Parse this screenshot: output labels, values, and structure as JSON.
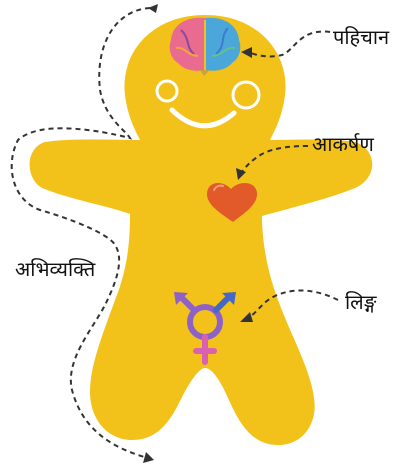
{
  "labels": {
    "identity": "पहिचान",
    "attraction": "आकर्षण",
    "expression": "अभिव्यक्ति",
    "sex": "लिङ्ग"
  },
  "icons": [
    "brain-icon",
    "heart-icon",
    "transgender-symbol-icon"
  ],
  "colors": {
    "body": "#F2C21B",
    "body_outline": "#E4AE0F",
    "face": "#FFFFFF",
    "heart": "#E25A2A",
    "gender_symbol": "#8E61C6",
    "symbol_pink": "#D861B1",
    "symbol_blue": "#4567C8",
    "dashed_line": "#333333"
  }
}
